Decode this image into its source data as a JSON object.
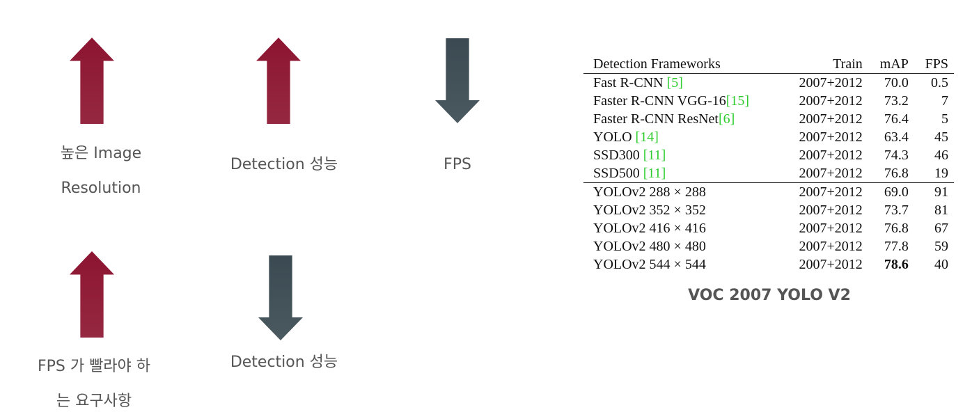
{
  "colors": {
    "up_arrow": "#8c1531",
    "down_arrow": "#3b4a52",
    "caption": "#555555",
    "ref": "#2ecc2e"
  },
  "indicators": [
    {
      "direction": "up",
      "icon": "up-arrow-icon",
      "lines": [
        "높은 Image",
        "Resolution"
      ]
    },
    {
      "direction": "up",
      "icon": "up-arrow-icon",
      "lines": [
        "Detection 성능"
      ]
    },
    {
      "direction": "down",
      "icon": "down-arrow-icon",
      "lines": [
        "FPS"
      ]
    },
    {
      "direction": "up",
      "icon": "up-arrow-icon",
      "lines": [
        "FPS 가 빨라야 하",
        "는 요구사항"
      ]
    },
    {
      "direction": "down",
      "icon": "down-arrow-icon",
      "lines": [
        "Detection 성능"
      ]
    }
  ],
  "table": {
    "headers": [
      "Detection Frameworks",
      "Train",
      "mAP",
      "FPS"
    ],
    "rows": [
      {
        "name": "Fast R-CNN ",
        "ref": "[5]",
        "train": "2007+2012",
        "map": "70.0",
        "fps": "0.5"
      },
      {
        "name": "Faster R-CNN VGG-16",
        "ref": "[15]",
        "train": "2007+2012",
        "map": "73.2",
        "fps": "7"
      },
      {
        "name": "Faster R-CNN ResNet",
        "ref": "[6]",
        "train": "2007+2012",
        "map": "76.4",
        "fps": "5"
      },
      {
        "name": "YOLO ",
        "ref": "[14]",
        "train": "2007+2012",
        "map": "63.4",
        "fps": "45"
      },
      {
        "name": "SSD300 ",
        "ref": "[11]",
        "train": "2007+2012",
        "map": "74.3",
        "fps": "46"
      },
      {
        "name": "SSD500 ",
        "ref": "[11]",
        "train": "2007+2012",
        "map": "76.8",
        "fps": "19"
      },
      {
        "name": "YOLOv2 288 × 288",
        "ref": "",
        "train": "2007+2012",
        "map": "69.0",
        "fps": "91",
        "separator": true
      },
      {
        "name": "YOLOv2 352 × 352",
        "ref": "",
        "train": "2007+2012",
        "map": "73.7",
        "fps": "81"
      },
      {
        "name": "YOLOv2 416 × 416",
        "ref": "",
        "train": "2007+2012",
        "map": "76.8",
        "fps": "67"
      },
      {
        "name": "YOLOv2 480 × 480",
        "ref": "",
        "train": "2007+2012",
        "map": "77.8",
        "fps": "59"
      },
      {
        "name": "YOLOv2 544 × 544",
        "ref": "",
        "train": "2007+2012",
        "map": "78.6",
        "fps": "40",
        "bold_map": true
      }
    ]
  },
  "caption": "VOC 2007 YOLO V2"
}
